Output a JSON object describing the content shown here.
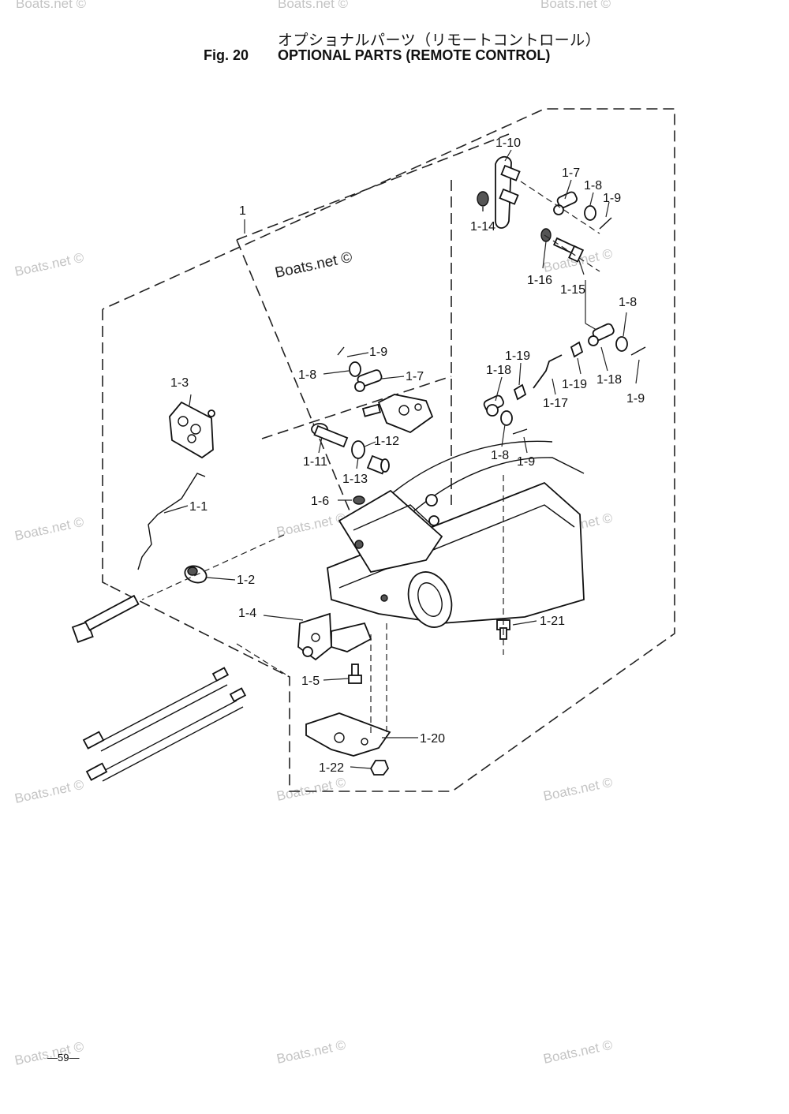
{
  "header": {
    "title_jp": "オプショナルパーツ（リモートコントロール）",
    "fig_number": "Fig. 20",
    "title_en": "OPTIONAL PARTS (REMOTE CONTROL)"
  },
  "watermark": {
    "text": "Boats.net ©"
  },
  "callouts": {
    "assembly": "1",
    "c1_1": "1-1",
    "c1_2": "1-2",
    "c1_3": "1-3",
    "c1_4": "1-4",
    "c1_5": "1-5",
    "c1_6": "1-6",
    "c1_7a": "1-7",
    "c1_7b": "1-7",
    "c1_8a": "1-8",
    "c1_8b": "1-8",
    "c1_8c": "1-8",
    "c1_8d": "1-8",
    "c1_9a": "1-9",
    "c1_9b": "1-9",
    "c1_9c": "1-9",
    "c1_9d": "1-9",
    "c1_10": "1-10",
    "c1_11": "1-11",
    "c1_12": "1-12",
    "c1_13": "1-13",
    "c1_14": "1-14",
    "c1_15": "1-15",
    "c1_16": "1-16",
    "c1_17": "1-17",
    "c1_18a": "1-18",
    "c1_18b": "1-18",
    "c1_19a": "1-19",
    "c1_19b": "1-19",
    "c1_20": "1-20",
    "c1_21": "1-21",
    "c1_22": "1-22"
  },
  "footer": {
    "page_number": "—59—"
  }
}
